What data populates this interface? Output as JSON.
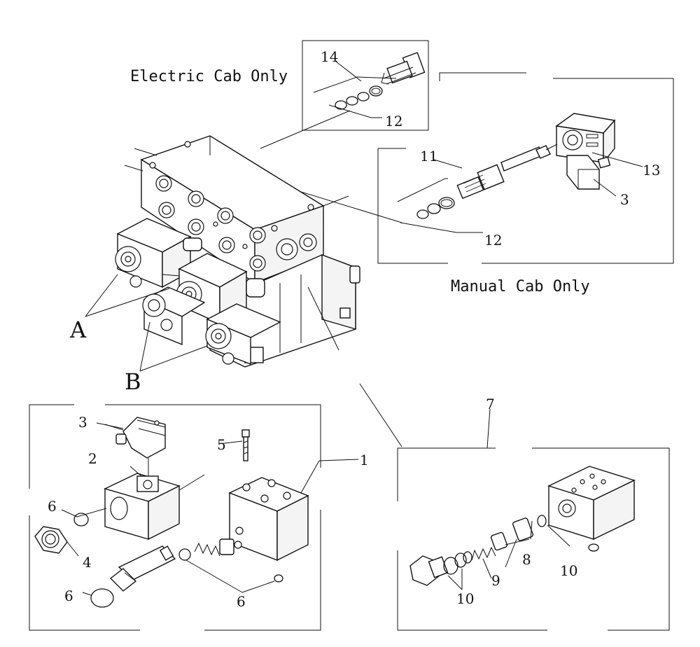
{
  "captions": {
    "electric_cab_only": "Electric Cab Only",
    "manual_cab_only": "Manual Cab Only"
  },
  "callouts": {
    "n14": "14",
    "n12_top": "12",
    "n11": "11",
    "n12_mid": "12",
    "n13": "13",
    "n3_top": "3",
    "A": "A",
    "B": "B",
    "n3_left": "3",
    "n2": "2",
    "n5": "5",
    "n1": "1",
    "n6_a": "6",
    "n4": "4",
    "n6_b": "6",
    "n6_c": "6",
    "n7": "7",
    "n8": "8",
    "n9": "9",
    "n10_a": "10",
    "n10_b": "10"
  }
}
